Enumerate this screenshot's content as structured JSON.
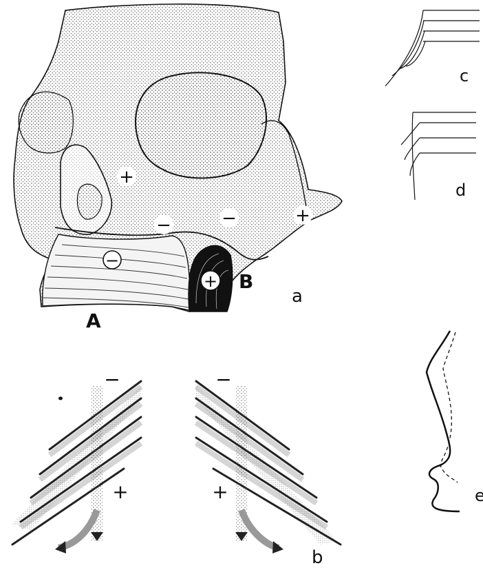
{
  "panels": {
    "a": {
      "label": "a",
      "point_A": "A",
      "point_B": "B",
      "signs": [
        "+",
        "−",
        "−",
        "+",
        "−",
        "+"
      ]
    },
    "b": {
      "label": "b",
      "signs": [
        "−",
        "+",
        "−",
        "+"
      ]
    },
    "c": {
      "label": "c"
    },
    "d": {
      "label": "d"
    },
    "e": {
      "label": "e"
    }
  },
  "colors": {
    "ink": "#111111",
    "stipple": "#444444",
    "paper": "#ffffff"
  }
}
